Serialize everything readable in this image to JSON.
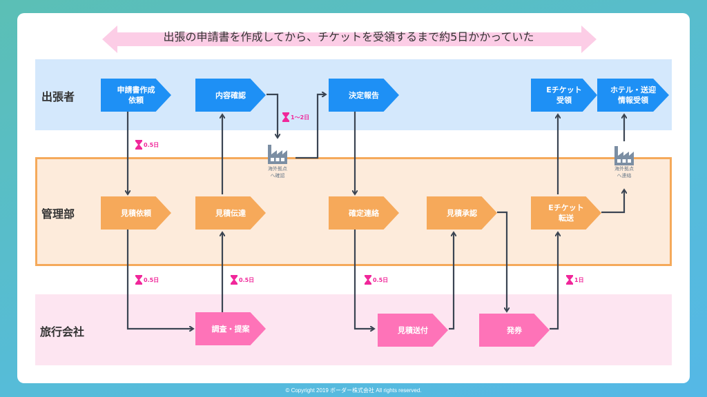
{
  "banner": {
    "text": "出張の申請書を作成してから、チケットを受領するまで約5日かかっていた",
    "arrow_color": "#fccde6"
  },
  "lanes": [
    {
      "id": "traveler",
      "label": "出張者",
      "color": "#d4e8fc"
    },
    {
      "id": "admin",
      "label": "管理部",
      "color": "#fdebdb",
      "border": "#f5a95a"
    },
    {
      "id": "agency",
      "label": "旅行会社",
      "color": "#fde5f1"
    }
  ],
  "nodes": {
    "application": "申請書作成\n依頼",
    "content_check": "内容確認",
    "decision_report": "決定報告",
    "eticket_receipt": "Eチケット\n受領",
    "hotel_info_receipt": "ホテル・送迎\n情報受領",
    "quote_request": "見積依頼",
    "quote_transmit": "見積伝達",
    "confirm_contact": "確定連絡",
    "quote_approval": "見積承認",
    "eticket_forward": "Eチケット\n転送",
    "research_proposal": "調査・提案",
    "quote_send": "見積送付",
    "ticketing": "発券"
  },
  "offices": {
    "confirm": "海外拠点\nへ確認",
    "contact": "海外拠点\nへ連絡"
  },
  "timers": {
    "t1": "0.5日",
    "t2": "1〜2日",
    "t3": "0.5日",
    "t4": "0.5日",
    "t5": "0.5日",
    "t6": "1日"
  },
  "colors": {
    "traveler_node": "#1e90f5",
    "admin_node": "#f6a95a",
    "agency_node": "#fe73b8",
    "connector": "#3a4452",
    "timer": "#f0279a",
    "factory": "#7b8ea3"
  },
  "footer": "© Copyright 2019 ボーダー株式会社 All rights reserved."
}
